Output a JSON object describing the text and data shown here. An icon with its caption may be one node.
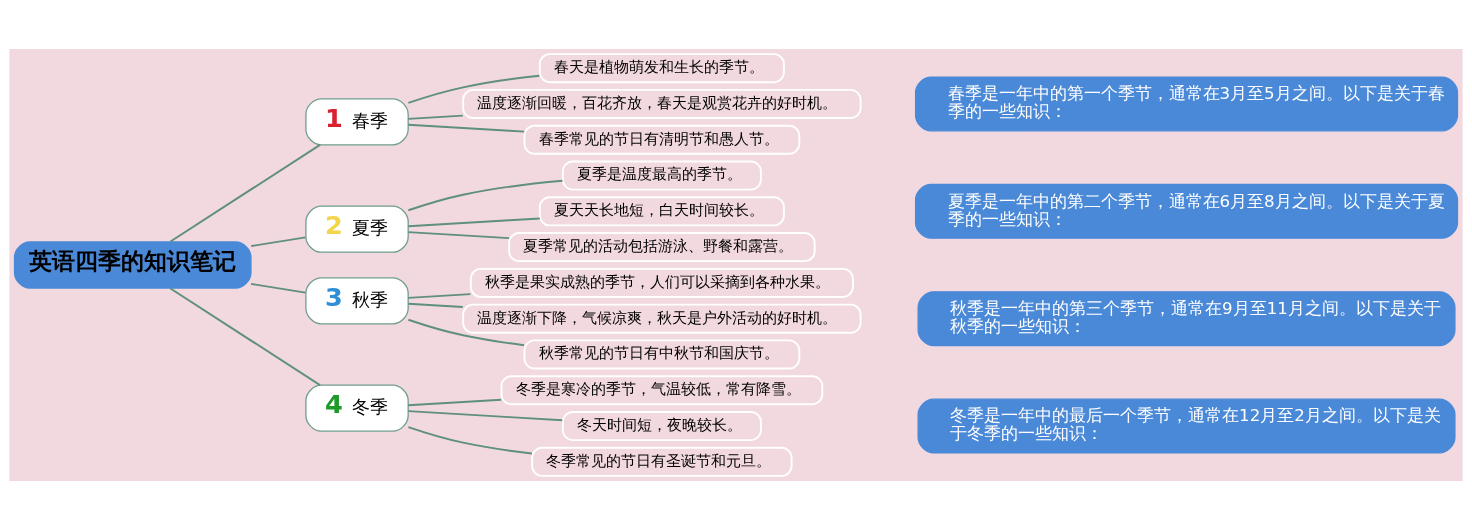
{
  "diagram": {
    "nodes": [
      {
        "text": [
          "英语四季的知识笔记"
        ]
      },
      {
        "text": [
          "1",
          "春季"
        ]
      },
      {
        "text": [
          "春天是植物萌发和生长的季节。"
        ]
      },
      {
        "text": [
          "温度逐渐回暖，百花齐放，春天是观赏花卉的好时机。"
        ]
      },
      {
        "text": [
          "春季常见的节日有清明节和愚人节。"
        ]
      },
      {
        "text": [
          "春季是一年中的第一个季节，通常在3月至5月之间。以下是关于春季的一些知识："
        ]
      },
      {
        "text": [
          "2",
          "夏季"
        ]
      },
      {
        "text": [
          "夏季是温度最高的季节。"
        ]
      },
      {
        "text": [
          "夏天天长地短，白天时间较长。"
        ]
      },
      {
        "text": [
          "夏季常见的活动包括游泳、野餐和露营。"
        ]
      },
      {
        "text": [
          "夏季是一年中的第二个季节，通常在6月至8月之间。以下是关于夏季的一些知识："
        ]
      },
      {
        "text": [
          "3",
          "秋季"
        ]
      },
      {
        "text": [
          "秋季是果实成熟的季节，人们可以采摘到各种水果。"
        ]
      },
      {
        "text": [
          "温度逐渐下降，气候凉爽，秋天是户外活动的好时机。"
        ]
      },
      {
        "text": [
          "秋季常见的节日有中秋节和国庆节。"
        ]
      },
      {
        "text": [
          "秋季是一年中的第三个季节，通常在9月至11月之间。以下是关于秋季的一些知识："
        ]
      },
      {
        "text": [
          "4",
          "冬季"
        ]
      },
      {
        "text": [
          "冬季是寒冷的季节，气温较低，常有降雪。"
        ]
      },
      {
        "text": [
          "冬天时间短，夜晚较长。"
        ]
      },
      {
        "text": [
          "冬季常见的节日有圣诞节和元旦。"
        ]
      },
      {
        "text": [
          "冬季是一年中的最后一个季节，通常在12月至2月之间。以下是关于冬季的一些知识："
        ]
      }
    ],
    "edges": [
      {
        "from": 0,
        "to": 1,
        "arrow": "none"
      },
      {
        "from": 0,
        "to": 6,
        "arrow": "none"
      },
      {
        "from": 0,
        "to": 11,
        "arrow": "none"
      },
      {
        "from": 0,
        "to": 16,
        "arrow": "none"
      },
      {
        "from": 1,
        "to": 2,
        "arrow": "none"
      },
      {
        "from": 1,
        "to": 3,
        "arrow": "none"
      },
      {
        "from": 1,
        "to": 4,
        "arrow": "none"
      },
      {
        "from": 6,
        "to": 7,
        "arrow": "none"
      },
      {
        "from": 6,
        "to": 8,
        "arrow": "none"
      },
      {
        "from": 6,
        "to": 9,
        "arrow": "none"
      },
      {
        "from": 11,
        "to": 12,
        "arrow": "none"
      },
      {
        "from": 11,
        "to": 13,
        "arrow": "none"
      },
      {
        "from": 11,
        "to": 14,
        "arrow": "none"
      },
      {
        "from": 16,
        "to": 17,
        "arrow": "none"
      },
      {
        "from": 16,
        "to": 18,
        "arrow": "none"
      },
      {
        "from": 16,
        "to": 19,
        "arrow": "none"
      }
    ]
  }
}
